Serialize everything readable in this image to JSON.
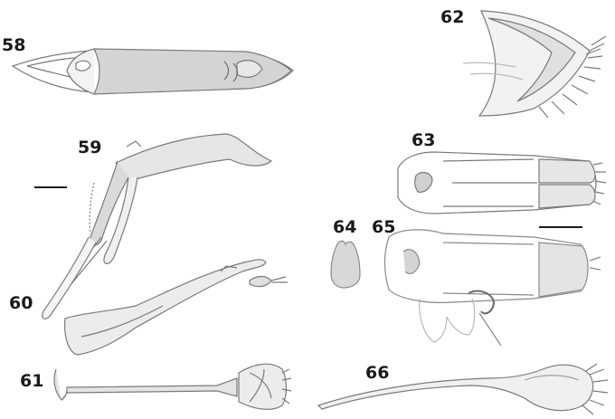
{
  "figure_labels": {
    "f58": "58",
    "f59": "59",
    "f60": "60",
    "f61": "61",
    "f62": "62",
    "f63": "63",
    "f64": "64",
    "f65": "65",
    "f66": "66"
  },
  "colors": {
    "outline": "#8a8a8a",
    "dark_outline": "#555555",
    "fill_dark": "#d6d6d6",
    "fill_light": "#ececec",
    "ink": "#1a1a1a"
  }
}
